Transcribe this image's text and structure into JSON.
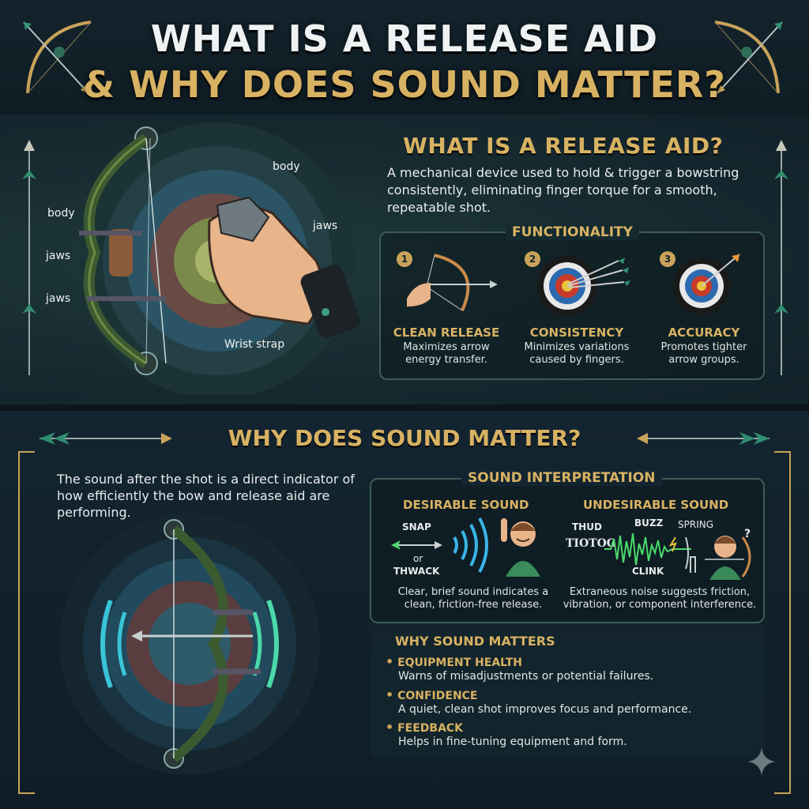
{
  "header": {
    "title_line1": "WHAT IS A RELEASE AID",
    "title_line2": "& WHY DOES SOUND MATTER?"
  },
  "release_aid": {
    "heading": "WHAT IS A RELEASE AID?",
    "description": "A mechanical device used to hold & trigger a bowstring consistently, eliminating finger torque for a smooth, repeatable shot.",
    "labels": {
      "body_top": "body",
      "body_left": "body",
      "jaws_left": "jaws",
      "jaws_left2": "jaws",
      "jaws_right": "jaws",
      "wrist_strap": "Wrist strap"
    },
    "functionality": {
      "title": "FUNCTIONALITY",
      "items": [
        {
          "number": "1",
          "title": "CLEAN RELEASE",
          "desc_line1": "Maximizes arrow",
          "desc_line2": "energy transfer."
        },
        {
          "number": "2",
          "title": "CONSISTENCY",
          "desc_line1": "Minimizes variations",
          "desc_line2": "caused by fingers."
        },
        {
          "number": "3",
          "title": "ACCURACY",
          "desc_line1": "Promotes tighter",
          "desc_line2": "arrow groups."
        }
      ]
    }
  },
  "sound": {
    "heading": "WHY DOES SOUND MATTER?",
    "description": "The sound after the shot is a direct indicator of how efficiently the bow and release aid are performing.",
    "interpretation": {
      "title": "SOUND INTERPRETATION",
      "desirable": {
        "title": "DESIRABLE SOUND",
        "words": [
          "SNAP",
          "or",
          "THWACK"
        ],
        "desc_line1": "Clear, brief sound indicates a",
        "desc_line2": "clean, friction-free release."
      },
      "undesirable": {
        "title": "UNDESIRABLE SOUND",
        "words": [
          "THUD",
          "BUZZ",
          "SPRING",
          "TIOTOG",
          "CLINK",
          "?"
        ],
        "desc_line1": "Extraneous noise suggests friction,",
        "desc_line2": "vibration, or component interference."
      }
    },
    "why_matters": {
      "title": "WHY SOUND MATTERS",
      "items": [
        {
          "title": "EQUIPMENT HEALTH",
          "desc": "Warns of misadjustments or potential failures."
        },
        {
          "title": "CONFIDENCE",
          "desc": "A quiet, clean shot improves focus and performance."
        },
        {
          "title": "FEEDBACK",
          "desc": "Helps in fine-tuning equipment and form."
        }
      ]
    }
  },
  "colors": {
    "gold": "#d8b263",
    "teal": "#3e5d55",
    "background": "#0f1c24"
  }
}
